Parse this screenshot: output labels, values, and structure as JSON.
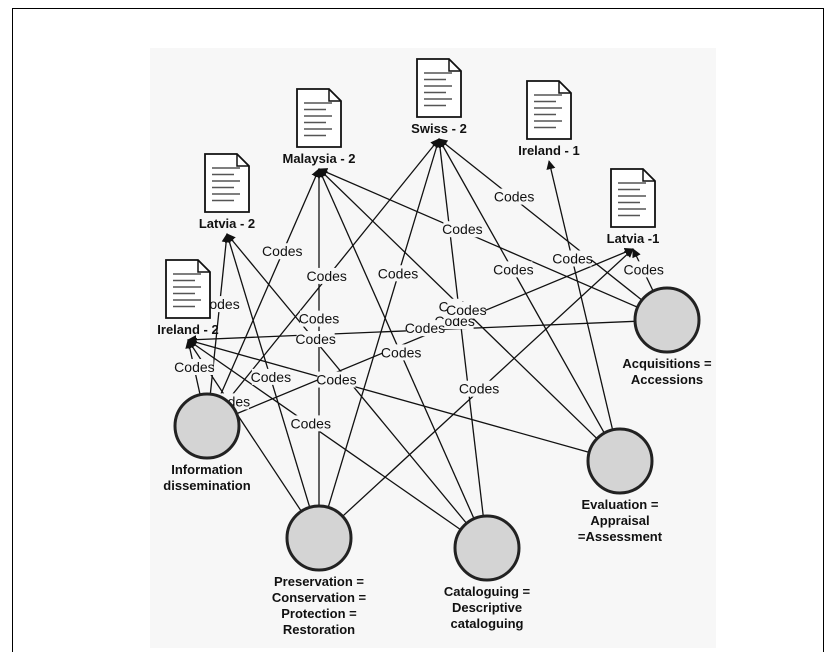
{
  "documents": [
    {
      "id": "swiss",
      "label": "Swiss - 2"
    },
    {
      "id": "malaysia",
      "label": "Malaysia - 2"
    },
    {
      "id": "ireland1",
      "label": "Ireland - 1"
    },
    {
      "id": "latvia2",
      "label": "Latvia - 2"
    },
    {
      "id": "latvia1",
      "label": "Latvia -1"
    },
    {
      "id": "ireland2",
      "label": "Ireland - 2"
    }
  ],
  "nodes": [
    {
      "id": "acq",
      "lines": [
        "Acquisitions =",
        "Accessions"
      ]
    },
    {
      "id": "info",
      "lines": [
        "Information",
        "dissemination"
      ]
    },
    {
      "id": "eval",
      "lines": [
        "Evaluation =",
        "Appraisal",
        "=Assessment"
      ]
    },
    {
      "id": "pres",
      "lines": [
        "Preservation =",
        "Conservation =",
        "Protection =",
        "Restoration"
      ]
    },
    {
      "id": "cat",
      "lines": [
        "Cataloguing =",
        "Descriptive",
        "cataloguing"
      ]
    }
  ],
  "edge_label": "Codes",
  "edges": [
    [
      "info",
      "ireland2"
    ],
    [
      "info",
      "latvia2"
    ],
    [
      "info",
      "malaysia"
    ],
    [
      "info",
      "swiss"
    ],
    [
      "info",
      "latvia1"
    ],
    [
      "pres",
      "ireland2"
    ],
    [
      "pres",
      "latvia2"
    ],
    [
      "pres",
      "malaysia"
    ],
    [
      "pres",
      "swiss"
    ],
    [
      "pres",
      "latvia1"
    ],
    [
      "cat",
      "ireland2"
    ],
    [
      "cat",
      "latvia2"
    ],
    [
      "cat",
      "malaysia"
    ],
    [
      "cat",
      "swiss"
    ],
    [
      "eval",
      "ireland2"
    ],
    [
      "eval",
      "malaysia"
    ],
    [
      "eval",
      "swiss"
    ],
    [
      "eval",
      "ireland1"
    ],
    [
      "acq",
      "ireland2"
    ],
    [
      "acq",
      "malaysia"
    ],
    [
      "acq",
      "swiss"
    ],
    [
      "acq",
      "latvia1"
    ]
  ]
}
